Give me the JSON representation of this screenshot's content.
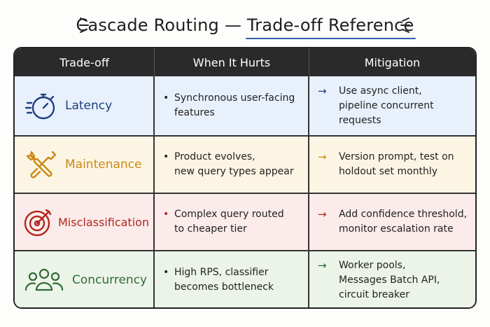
{
  "title": {
    "prefix": "Cascade Routing — ",
    "highlight": "Trade-off Reference"
  },
  "headers": [
    "Trade-off",
    "When It Hurts",
    "Mitigation"
  ],
  "rows": [
    {
      "name": "Latency",
      "icon": "stopwatch-icon",
      "when": "Synchronous user-facing\nfeatures",
      "mitigation": "Use async client,\npipeline concurrent\nrequests",
      "bg": "#e8f0fb",
      "accent": "#1f3f82"
    },
    {
      "name": "Maintenance",
      "icon": "wrench-screwdriver-icon",
      "when": "Product evolves,\nnew query types appear",
      "mitigation": "Version prompt, test on\nholdout set monthly",
      "bg": "#fdf5e4",
      "accent": "#c98a14"
    },
    {
      "name": "Misclassification",
      "icon": "target-icon",
      "when": "Complex query routed\nto cheaper tier",
      "mitigation": "Add confidence threshold,\nmonitor escalation rate",
      "bg": "#fbeceb",
      "accent": "#b3261e"
    },
    {
      "name": "Concurrency",
      "icon": "users-icon",
      "when": "High RPS, classifier\nbecomes bottleneck",
      "mitigation": "Worker pools,\nMessages Batch API,\ncircuit breaker",
      "bg": "#ecf4ea",
      "accent": "#2e6b34"
    }
  ],
  "bullet_glyph": "•",
  "arrow_glyph": "→"
}
